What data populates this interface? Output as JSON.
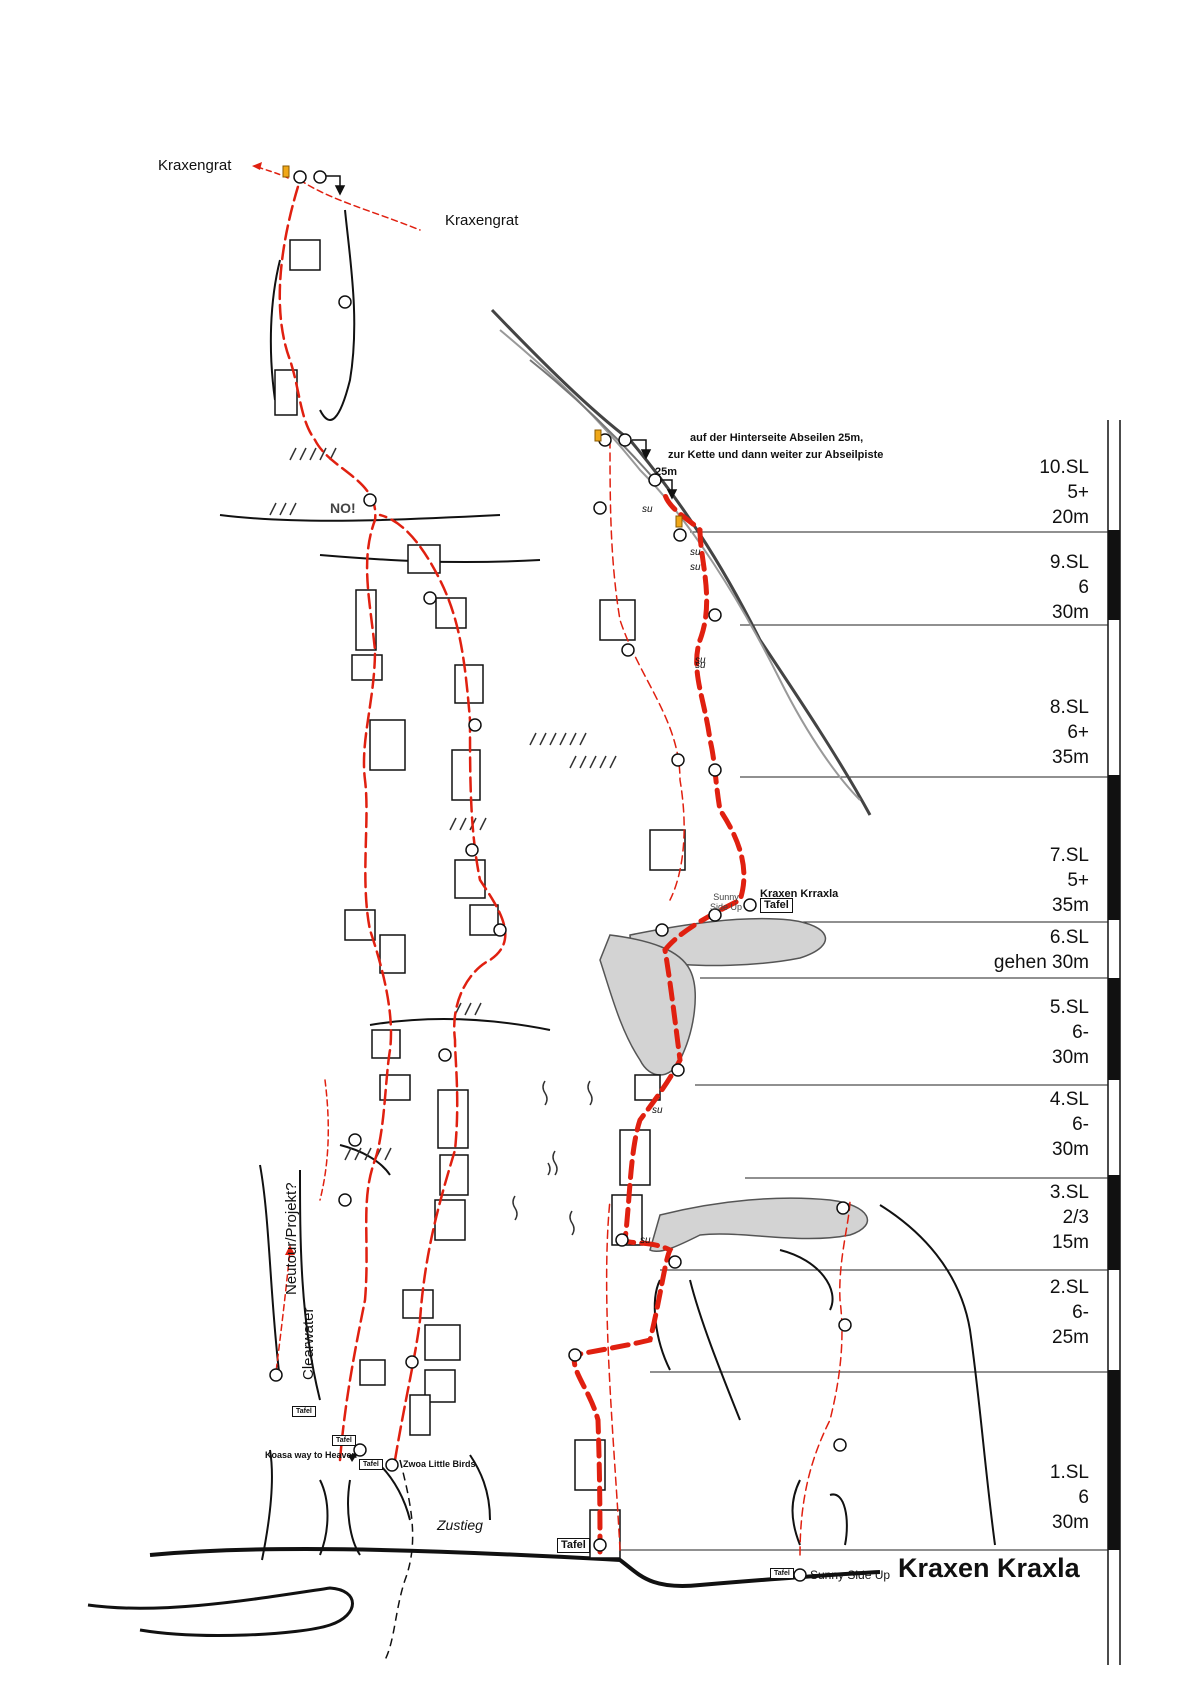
{
  "route_name": "Kraxen Kraxla",
  "pitches": [
    {
      "name": "10.SL",
      "grade": "5+",
      "length": "20m"
    },
    {
      "name": "9.SL",
      "grade": "6",
      "length": "30m"
    },
    {
      "name": "8.SL",
      "grade": "6+",
      "length": "35m"
    },
    {
      "name": "7.SL",
      "grade": "5+",
      "length": "35m"
    },
    {
      "name": "6.SL",
      "grade": "",
      "length": "gehen 30m"
    },
    {
      "name": "5.SL",
      "grade": "6-",
      "length": "30m"
    },
    {
      "name": "4.SL",
      "grade": "6-",
      "length": "30m"
    },
    {
      "name": "3.SL",
      "grade": "2/3",
      "length": "15m"
    },
    {
      "name": "2.SL",
      "grade": "6-",
      "length": "25m"
    },
    {
      "name": "1.SL",
      "grade": "6",
      "length": "30m"
    }
  ],
  "labels": {
    "kraxengrat_top": "Kraxengrat",
    "kraxengrat_right": "Kraxengrat",
    "rappel_note_line1": "auf der Hinterseite Abseilen 25m,",
    "rappel_note_line2": "zur Kette und dann weiter zur Abseilpiste",
    "rappel_25m": "25m",
    "no": "NO!",
    "kraxen_krraxla": "Kraxen Krraxla",
    "sunny_side_up_small": "Sunny\nSide Up",
    "sunny_side_up": "Sunny Side Up",
    "neutour": "Neutour/Projekt?",
    "clearwater": "Clearwater",
    "koasa": "Koasa way to Heaven",
    "zwoa": "Zwoa Little Birds",
    "zustieg": "Zustieg",
    "tafel": "Tafel",
    "su": "su"
  },
  "colors": {
    "route_red": "#e02010",
    "ink": "#111111",
    "bolt_yellow": "#f0a818",
    "shade": "#cfcfcf"
  }
}
